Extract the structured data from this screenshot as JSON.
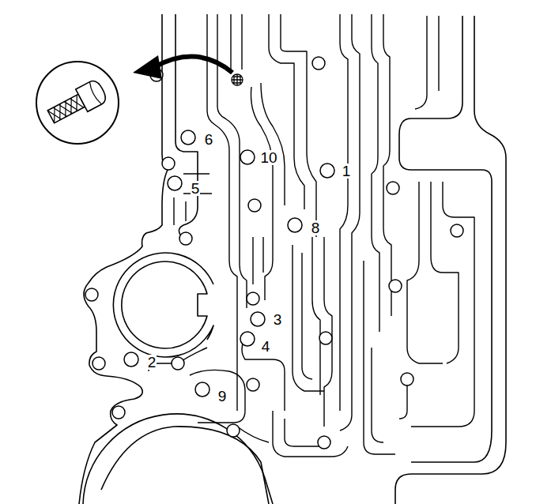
{
  "diagram": {
    "labels": [
      "6",
      "10",
      "1",
      "5",
      "8",
      "3",
      "4",
      "2",
      "9"
    ]
  }
}
